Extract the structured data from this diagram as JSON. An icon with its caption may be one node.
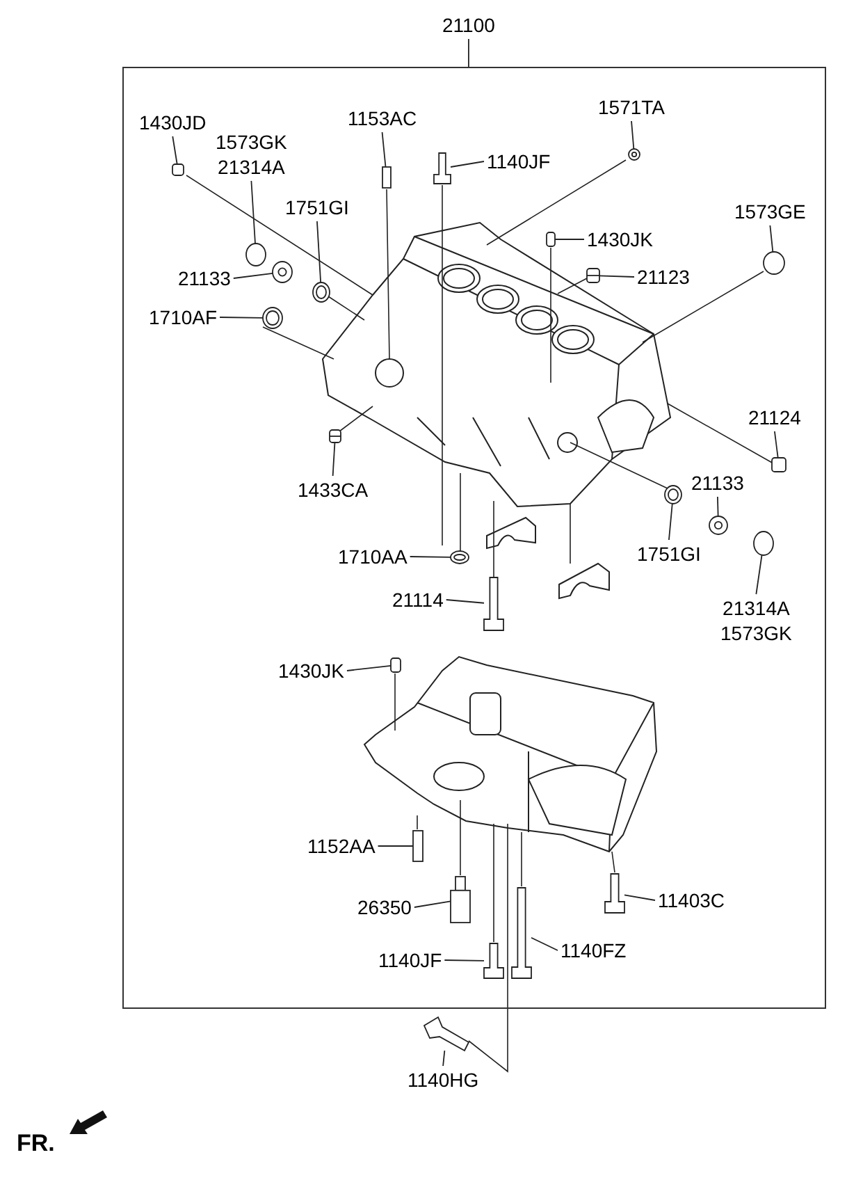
{
  "diagram": {
    "nodes": [
      {
        "text": [
          "21100"
        ]
      },
      {
        "text": [],
        "shape": "box"
      },
      {
        "text": [
          "1430JD"
        ],
        "in": 1
      },
      {
        "text": [
          "1573GK",
          "21314A"
        ],
        "in": 1
      },
      {
        "text": [
          "1153AC"
        ],
        "in": 1
      },
      {
        "text": [
          "1140JF"
        ],
        "in": 1
      },
      {
        "text": [
          "1571TA"
        ],
        "in": 1
      },
      {
        "text": [
          "1751GI"
        ],
        "in": 1
      },
      {
        "text": [
          "21133"
        ],
        "in": 1
      },
      {
        "text": [
          "1430JK"
        ],
        "in": 1
      },
      {
        "text": [
          "1573GE"
        ],
        "in": 1
      },
      {
        "text": [
          "21123"
        ],
        "in": 1
      },
      {
        "text": [
          "1710AF"
        ],
        "in": 1
      },
      {
        "text": [
          "21124"
        ],
        "in": 1
      },
      {
        "text": [
          "1433CA"
        ],
        "in": 1
      },
      {
        "text": [
          "21133"
        ],
        "in": 1
      },
      {
        "text": [
          "1751GI"
        ],
        "in": 1
      },
      {
        "text": [
          "21314A",
          "1573GK"
        ],
        "in": 1
      },
      {
        "text": [
          "1710AA"
        ],
        "in": 1
      },
      {
        "text": [
          "21114"
        ],
        "in": 1
      },
      {
        "text": [
          "1430JK"
        ],
        "in": 1
      },
      {
        "text": [
          "1152AA"
        ],
        "in": 1
      },
      {
        "text": [
          "11403C"
        ],
        "in": 1
      },
      {
        "text": [
          "26350"
        ],
        "in": 1
      },
      {
        "text": [
          "1140JF"
        ],
        "in": 1
      },
      {
        "text": [
          "1140FZ"
        ],
        "in": 1
      },
      {
        "text": [
          "1140HG"
        ]
      },
      {
        "text": [],
        "shape": "pin",
        "in": 1
      },
      {
        "text": [],
        "shape": "cap",
        "in": 1
      },
      {
        "text": [],
        "shape": "stud",
        "in": 1
      },
      {
        "text": [],
        "shape": "bolt",
        "in": 1
      },
      {
        "text": [],
        "shape": "nut",
        "in": 1
      },
      {
        "text": [],
        "shape": "ring",
        "in": 1
      },
      {
        "text": [],
        "shape": "nut",
        "in": 1
      },
      {
        "text": [],
        "shape": "pin",
        "in": 1
      },
      {
        "text": [],
        "shape": "cap",
        "in": 1
      },
      {
        "text": [],
        "shape": "plug",
        "in": 1
      },
      {
        "text": [],
        "shape": "ring",
        "in": 1
      },
      {
        "text": [],
        "shape": "pin",
        "in": 1
      },
      {
        "text": [],
        "shape": "plug",
        "in": 1
      },
      {
        "text": [],
        "shape": "nut",
        "in": 1
      },
      {
        "text": [],
        "shape": "ring",
        "in": 1
      },
      {
        "text": [],
        "shape": "cap",
        "in": 1
      },
      {
        "text": [],
        "shape": "ring",
        "in": 1
      },
      {
        "text": [],
        "shape": "bolt",
        "in": 1
      },
      {
        "text": [],
        "shape": "pin",
        "in": 1
      },
      {
        "text": [],
        "shape": "stud",
        "in": 1
      },
      {
        "text": [],
        "shape": "bolt",
        "in": 1
      },
      {
        "text": [],
        "shape": "sensor",
        "in": 1
      },
      {
        "text": [],
        "shape": "bolt",
        "in": 1
      },
      {
        "text": [],
        "shape": "bolt",
        "in": 1
      },
      {
        "text": [],
        "shape": "bolt"
      }
    ],
    "edges": [
      {
        "from": 0,
        "to": 1,
        "arrow": "none"
      },
      {
        "from": 2,
        "to": 27,
        "arrow": "none"
      },
      {
        "from": 3,
        "to": 28,
        "arrow": "none"
      },
      {
        "from": 4,
        "to": 29,
        "arrow": "none"
      },
      {
        "from": 5,
        "to": 30,
        "arrow": "none"
      },
      {
        "from": 6,
        "to": 31,
        "arrow": "none"
      },
      {
        "from": 7,
        "to": 32,
        "arrow": "none"
      },
      {
        "from": 8,
        "to": 33,
        "arrow": "none"
      },
      {
        "from": 9,
        "to": 34,
        "arrow": "none"
      },
      {
        "from": 10,
        "to": 35,
        "arrow": "none"
      },
      {
        "from": 11,
        "to": 36,
        "arrow": "none"
      },
      {
        "from": 12,
        "to": 37,
        "arrow": "none"
      },
      {
        "from": 13,
        "to": 38,
        "arrow": "none"
      },
      {
        "from": 14,
        "to": 39,
        "arrow": "none"
      },
      {
        "from": 15,
        "to": 40,
        "arrow": "none"
      },
      {
        "from": 16,
        "to": 41,
        "arrow": "none"
      },
      {
        "from": 17,
        "to": 42,
        "arrow": "none"
      },
      {
        "from": 18,
        "to": 43,
        "arrow": "none"
      },
      {
        "from": 19,
        "to": 44,
        "arrow": "none"
      },
      {
        "from": 20,
        "to": 45,
        "arrow": "none"
      },
      {
        "from": 21,
        "to": 46,
        "arrow": "none"
      },
      {
        "from": 22,
        "to": 47,
        "arrow": "none"
      },
      {
        "from": 23,
        "to": 48,
        "arrow": "none"
      },
      {
        "from": 24,
        "to": 49,
        "arrow": "none"
      },
      {
        "from": 25,
        "to": 50,
        "arrow": "none"
      },
      {
        "from": 26,
        "to": 51,
        "arrow": "none"
      }
    ],
    "labels": [
      "FR."
    ]
  }
}
